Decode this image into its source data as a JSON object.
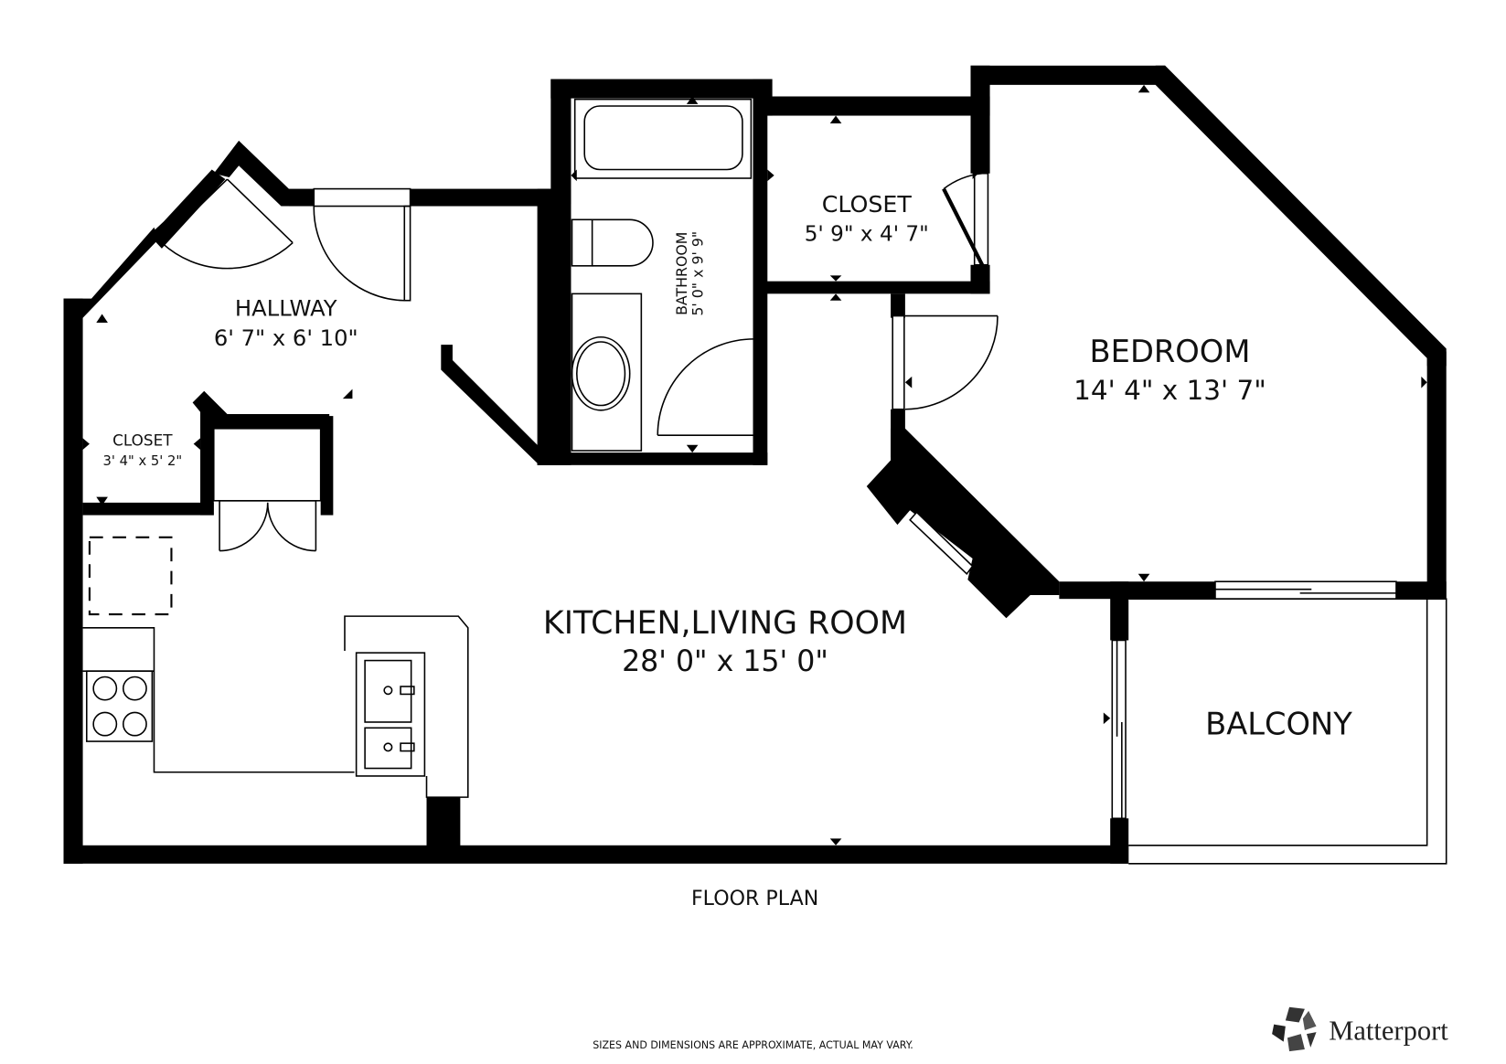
{
  "title": "FLOOR PLAN",
  "disclaimer": "SIZES AND DIMENSIONS ARE APPROXIMATE, ACTUAL MAY VARY.",
  "brand": "Matterport",
  "rooms": [
    {
      "name": "HALLWAY",
      "size": "6' 7\" x 6' 10\""
    },
    {
      "name": "CLOSET",
      "size": "3' 4\" x 5' 2\""
    },
    {
      "name": "CLOSET",
      "size": "5' 9\" x 4' 7\""
    },
    {
      "name": "BATHROOM",
      "size": "5' 0\" x 9' 9\""
    },
    {
      "name": "BEDROOM",
      "size": "14' 4\" x 13' 7\""
    },
    {
      "name": "KITCHEN,LIVING ROOM",
      "size": "28' 0\" x 15' 0\""
    },
    {
      "name": "BALCONY"
    }
  ],
  "colors": {
    "wall": "#000000",
    "background": "#ffffff"
  }
}
